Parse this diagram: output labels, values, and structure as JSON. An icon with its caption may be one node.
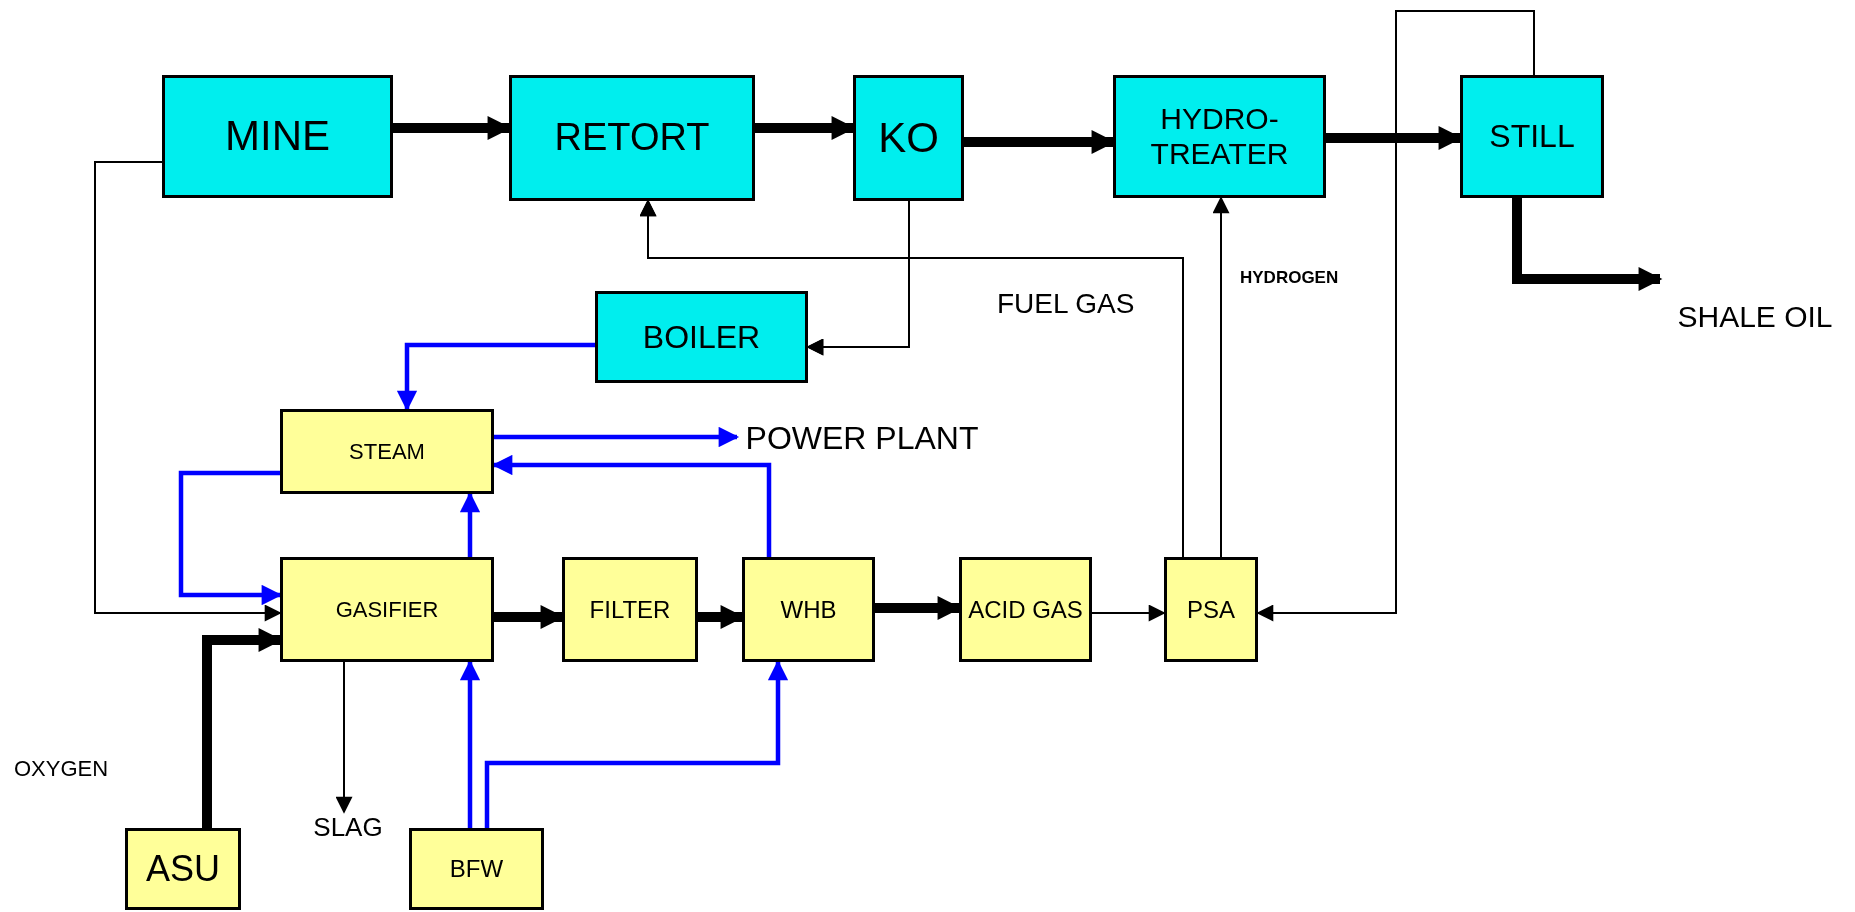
{
  "diagram": {
    "nodes": [
      {
        "text": [
          "MINE"
        ]
      },
      {
        "text": [
          "RETORT"
        ]
      },
      {
        "text": [
          "KO"
        ]
      },
      {
        "text": [
          "HYDRO- TREATER"
        ]
      },
      {
        "text": [
          "STILL"
        ]
      },
      {
        "text": [
          "SHALE OIL"
        ]
      },
      {
        "text": [
          "BOILER"
        ]
      },
      {
        "text": [
          "STEAM"
        ]
      },
      {
        "text": [
          "POWER PLANT"
        ]
      },
      {
        "text": [
          "GASIFIER"
        ]
      },
      {
        "text": [
          "FILTER"
        ]
      },
      {
        "text": [
          "WHB"
        ]
      },
      {
        "text": [
          "ACID GAS"
        ]
      },
      {
        "text": [
          "PSA"
        ]
      },
      {
        "text": [
          "SLAG"
        ]
      },
      {
        "text": [
          "ASU"
        ]
      },
      {
        "text": [
          "BFW"
        ]
      }
    ],
    "edges": [
      {
        "from": 0,
        "to": 1,
        "arrow": "to",
        "style": "thick"
      },
      {
        "from": 1,
        "to": 2,
        "arrow": "to",
        "style": "thick"
      },
      {
        "from": 2,
        "to": 3,
        "arrow": "to",
        "style": "thick"
      },
      {
        "from": 3,
        "to": 4,
        "arrow": "to",
        "style": "thick"
      },
      {
        "from": 4,
        "to": 5,
        "arrow": "to",
        "style": "thick"
      },
      {
        "from": 2,
        "to": 1,
        "arrow": "to"
      },
      {
        "from": 2,
        "to": 6,
        "arrow": "to"
      },
      {
        "from": 13,
        "to": 1,
        "arrow": "to"
      },
      {
        "from": 13,
        "to": 6,
        "arrow": "to"
      },
      {
        "from": 13,
        "to": 3,
        "arrow": "to"
      },
      {
        "from": 0,
        "to": 9,
        "arrow": "to"
      },
      {
        "from": 6,
        "to": 7,
        "arrow": "to",
        "color": "#0000ff"
      },
      {
        "from": 7,
        "to": 8,
        "arrow": "to",
        "color": "#0000ff"
      },
      {
        "from": 7,
        "to": 9,
        "arrow": "to",
        "color": "#0000ff"
      },
      {
        "from": 9,
        "to": 7,
        "arrow": "to",
        "color": "#0000ff"
      },
      {
        "from": 11,
        "to": 7,
        "arrow": "to",
        "color": "#0000ff"
      },
      {
        "from": 9,
        "to": 10,
        "arrow": "to",
        "style": "thick"
      },
      {
        "from": 10,
        "to": 11,
        "arrow": "to",
        "style": "thick"
      },
      {
        "from": 11,
        "to": 12,
        "arrow": "to",
        "style": "thick"
      },
      {
        "from": 12,
        "to": 13,
        "arrow": "to"
      },
      {
        "from": 4,
        "to": 13,
        "arrow": "to"
      },
      {
        "from": 9,
        "to": 14,
        "arrow": "to"
      },
      {
        "from": 15,
        "to": 9,
        "arrow": "to",
        "style": "thick"
      },
      {
        "from": 16,
        "to": 9,
        "arrow": "to",
        "color": "#0000ff"
      },
      {
        "from": 16,
        "to": 11,
        "arrow": "to",
        "color": "#0000ff"
      }
    ],
    "labels": [
      "FUEL GAS",
      "HYDROGEN",
      "OXYGEN"
    ]
  }
}
